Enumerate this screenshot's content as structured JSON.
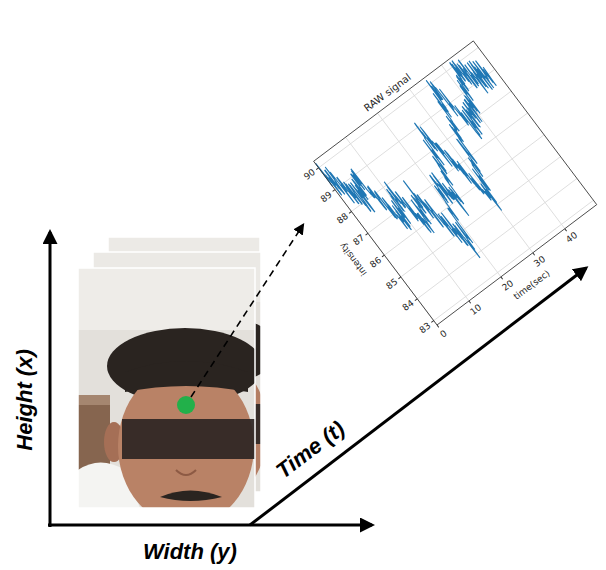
{
  "diagram": {
    "labels": [
      "RAW signal",
      "90",
      "89",
      "88",
      "87",
      "86",
      "85",
      "84",
      "83",
      "intensity",
      "0",
      "10",
      "20",
      "30",
      "40",
      "time(sec)",
      "Height (x)",
      "Width (y)",
      "Time (t)"
    ]
  }
}
